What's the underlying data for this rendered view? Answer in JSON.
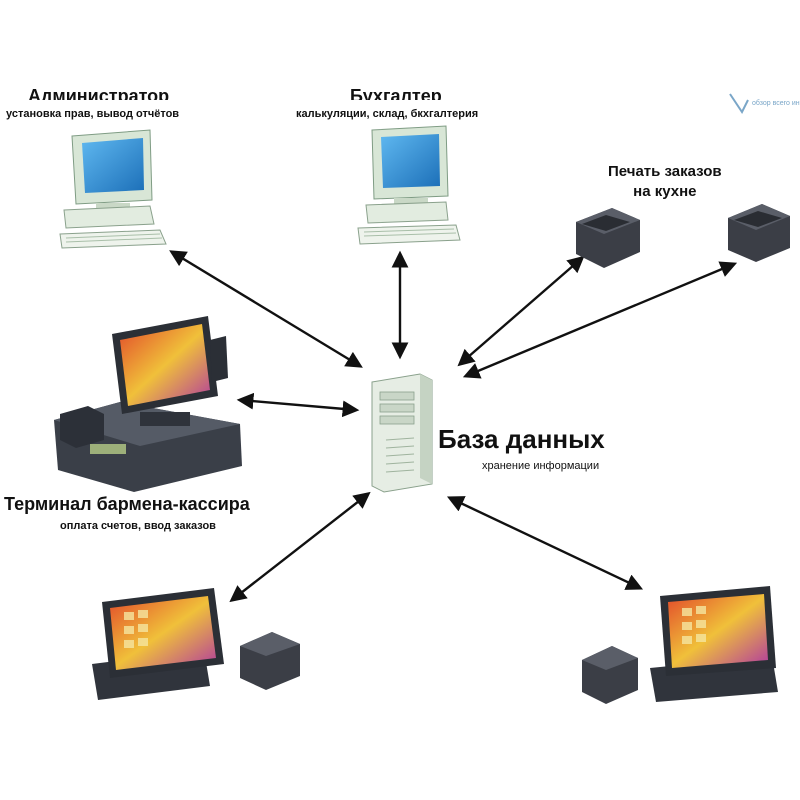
{
  "labels": {
    "admin_title": "Администратор",
    "admin_sub": "установка прав, вывод отчётов",
    "accountant_title": "Бухгалтер",
    "accountant_sub": "калькуляции, склад, бкхгалтерия",
    "kitchen_title": "Печать заказов\nна кухне",
    "db_title": "База данных",
    "db_sub": "хранение информации",
    "cashier_title": "Терминал бармена-кассира",
    "cashier_sub": "оплата счетов, ввод заказов",
    "watermark": "обзор всего ин"
  },
  "colors": {
    "arrow": "#111111",
    "monitor_body": "#dde8dc",
    "monitor_screen": "#2c8fd6",
    "server_body": "#e6ede4",
    "pos_dark": "#3a3f48",
    "printer": "#3b3e46"
  }
}
